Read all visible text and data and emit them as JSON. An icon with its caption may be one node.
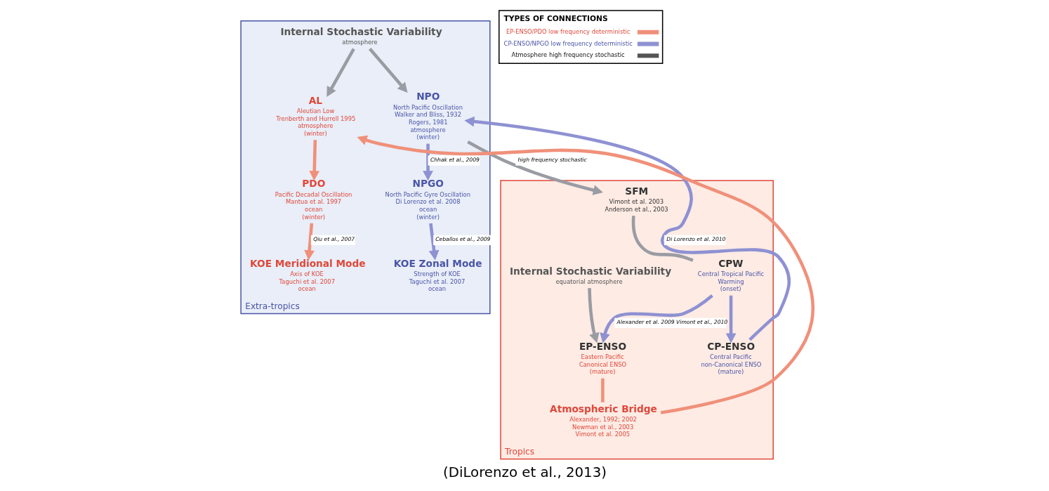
{
  "diagram": {
    "caption": "(DiLorenzo et al., 2013)",
    "nodes": [
      {
        "text": [
          "Extra-tropics"
        ]
      },
      {
        "text": [
          "Internal Stochastic Variability",
          "atmosphere"
        ],
        "in": 0
      },
      {
        "text": [
          "AL",
          "Aleutian Low",
          "Trenberth and Hurrell 1995",
          "atmosphere",
          "(winter)"
        ],
        "in": 0
      },
      {
        "text": [
          "NPO",
          "North Pacific Oscillation",
          "Walker and Bliss, 1932",
          "Rogers, 1981",
          "atmosphere",
          "(winter)"
        ],
        "in": 0
      },
      {
        "text": [
          "PDO",
          "Pacific Decadal Oscillation",
          "Mantua et al. 1997",
          "ocean",
          "(winter)"
        ],
        "in": 0
      },
      {
        "text": [
          "KOE Meridional Mode",
          "Axis of KOE",
          "Taguchi et al. 2007",
          "ocean"
        ],
        "in": 0
      },
      {
        "text": [
          "NPGO",
          "North Pacific Gyre Oscillation",
          "Di Lorenzo et al. 2008",
          "ocean",
          "(winter)"
        ],
        "in": 0
      },
      {
        "text": [
          "KOE Zonal Mode",
          "Strength of KOE",
          "Taguchi et al. 2007",
          "ocean"
        ],
        "in": 0
      },
      {
        "text": [
          "Tropics"
        ]
      },
      {
        "text": [
          "CP-ENSO",
          "Central Pacific",
          "non-Canonical ENSO",
          "(mature)"
        ],
        "in": 8
      },
      {
        "text": [
          "SFM",
          "Vimont et al. 2003",
          "Anderson et al., 2003"
        ],
        "in": 8
      },
      {
        "text": [
          "Atmospheric Bridge",
          "Alexander, 1992; 2002",
          "Newman et al., 2003",
          "Vimont et al. 2005"
        ],
        "in": 8
      },
      {
        "text": [
          "EP-ENSO",
          "Eastern Pacific",
          "Canonical ENSO",
          "(mature)"
        ],
        "in": 8
      },
      {
        "text": [
          "CPW",
          "Central Tropical Pacific",
          "Warming",
          "(onset)"
        ],
        "in": 8
      },
      {
        "text": [
          "Internal Stochastic Variability",
          "equatorial atmosphere"
        ],
        "in": 8
      }
    ],
    "edges": [
      {
        "from": 1,
        "to": 2,
        "arrow": "to",
        "color": "#9a9ca3"
      },
      {
        "from": 1,
        "to": 3,
        "arrow": "to",
        "color": "#9a9ca3"
      },
      {
        "from": 2,
        "to": 4,
        "arrow": "to",
        "color": "#f0907a"
      },
      {
        "from": 4,
        "to": 5,
        "arrow": "to",
        "label": "Qiu et al., 2007",
        "color": "#f0907a"
      },
      {
        "from": 3,
        "to": 6,
        "arrow": "to",
        "label": "Chhak et al., 2009",
        "color": "#8e91d2"
      },
      {
        "from": 6,
        "to": 7,
        "arrow": "to",
        "label": "Ceballos et al., 2009",
        "color": "#8e91d2"
      },
      {
        "from": 3,
        "to": 10,
        "arrow": "to",
        "label": "high frequency stochastic",
        "color": "#9a9ca3"
      },
      {
        "from": 10,
        "to": 13,
        "arrow": "none",
        "color": "#9a9ca3"
      },
      {
        "from": 13,
        "to": 9,
        "arrow": "to",
        "color": "#8e91d2"
      },
      {
        "from": 9,
        "to": 3,
        "arrow": "to",
        "label": "Di Lorenzo et al. 2010",
        "color": "#8e91d2"
      },
      {
        "from": 13,
        "to": 12,
        "arrow": "to",
        "label": "Alexander et al. 2009 Vimont et al., 2010",
        "color": "#8e91d2"
      },
      {
        "from": 12,
        "to": 11,
        "arrow": "none",
        "color": "#f0907a"
      },
      {
        "from": 11,
        "to": 2,
        "arrow": "to",
        "color": "#f0907a"
      },
      {
        "from": 14,
        "to": 12,
        "arrow": "to",
        "color": "#9a9ca3"
      }
    ],
    "labels": [
      "TYPES OF CONNECTIONS"
    ],
    "legend": [
      {
        "text": "EP-ENSO/PDO low frequency deterministic"
      },
      {
        "text": "CP-ENSO/NPGO low frequency deterministic"
      },
      {
        "text": "Atmosphere high frequency stochastic"
      }
    ]
  }
}
